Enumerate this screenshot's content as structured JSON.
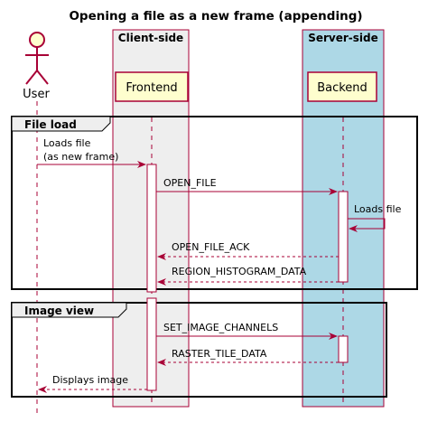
{
  "diagram": {
    "title": "Opening a file as a new frame (appending)",
    "boxes": {
      "client": {
        "label": "Client-side",
        "color": "#EEEEEE"
      },
      "server": {
        "label": "Server-side",
        "color": "#ADD8E6"
      }
    },
    "participants": {
      "user": "User",
      "frontend": "Frontend",
      "backend": "Backend"
    },
    "groups": {
      "file_load": "File load",
      "image_view": "Image view"
    },
    "messages": {
      "loads_file_line1": "Loads file",
      "loads_file_line2": "(as new frame)",
      "open_file": "OPEN_FILE",
      "backend_loads_file": "Loads file",
      "open_file_ack": "OPEN_FILE_ACK",
      "region_histogram_data": "REGION_HISTOGRAM_DATA",
      "set_image_channels": "SET_IMAGE_CHANNELS",
      "raster_tile_data": "RASTER_TILE_DATA",
      "displays_image": "Displays image"
    },
    "colors": {
      "actor": "#A80036",
      "participant_fill": "#FEFECE",
      "arrow": "#A80036"
    }
  }
}
